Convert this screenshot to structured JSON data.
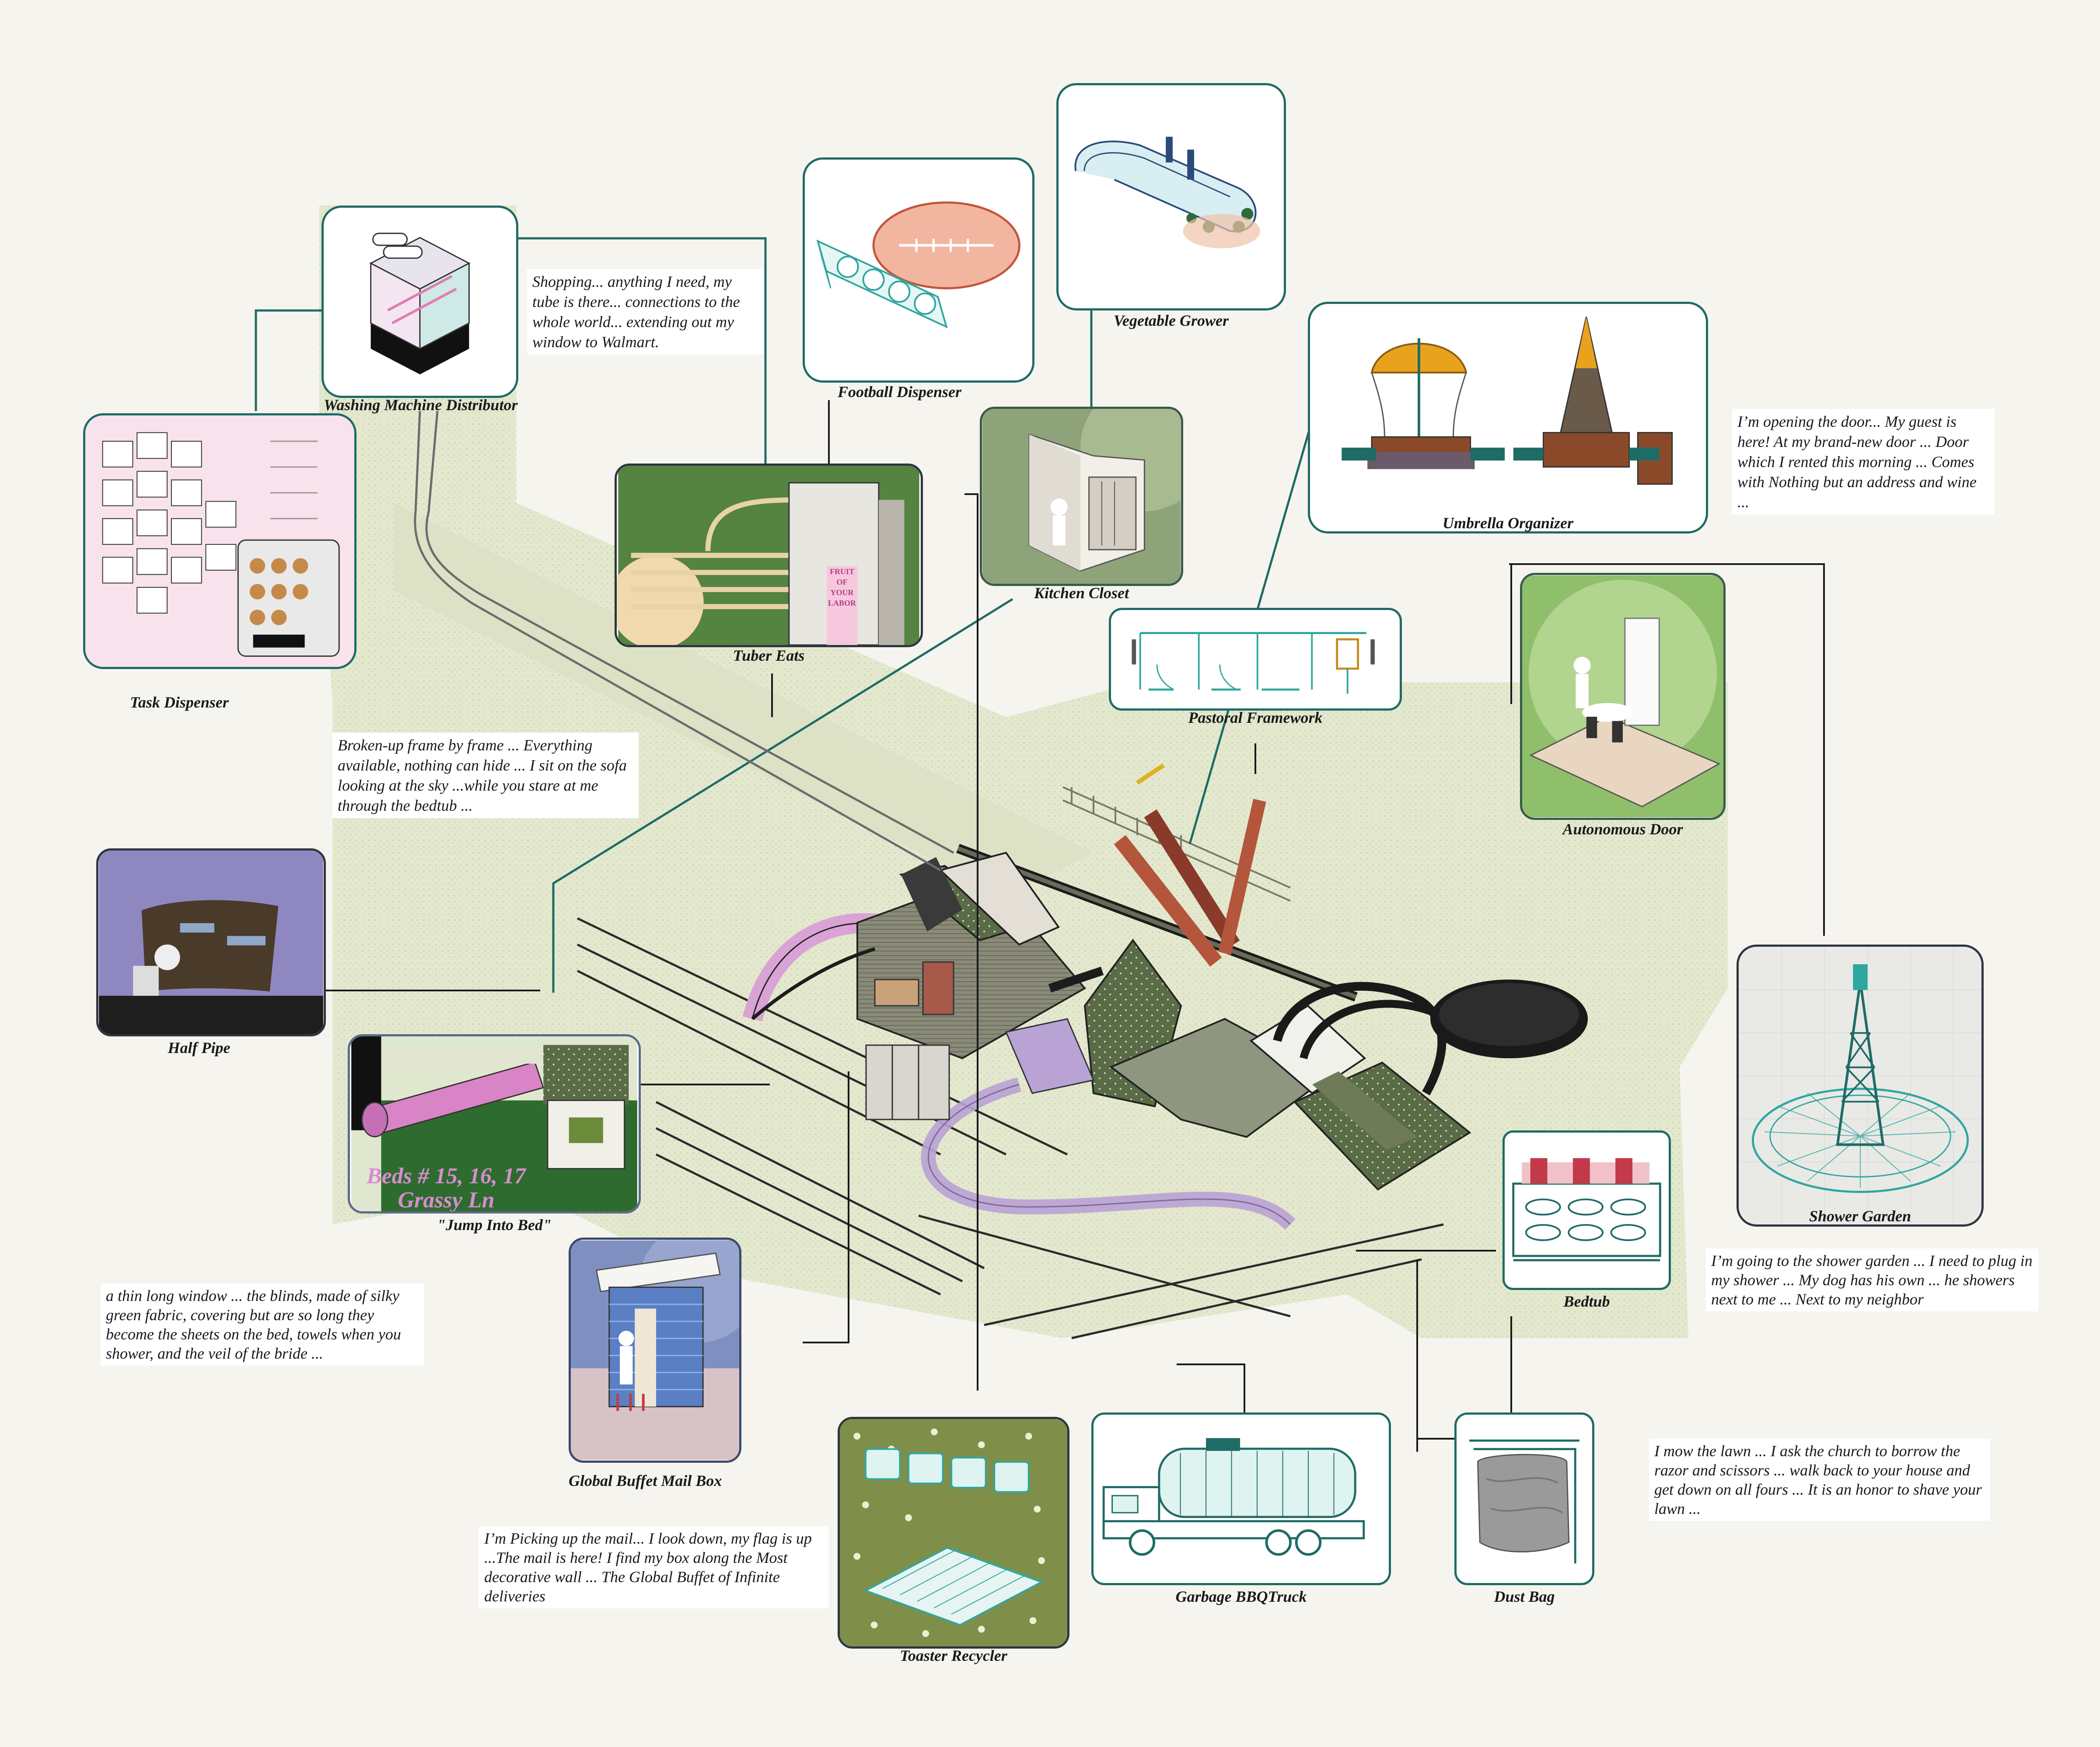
{
  "colors": {
    "frame": "#1f6b66",
    "teal": "#2fa7a0",
    "pink": "#e8a6d2",
    "bg": "#f6f4ef",
    "lawn": "#dfe5c8"
  },
  "captions": {
    "washing_machine_distributor": "Washing Machine Distributor",
    "football_dispenser": "Football Dispenser",
    "vegetable_grower": "Vegetable Grower",
    "task_dispenser": "Task Dispenser",
    "tuber_eats": "Tuber Eats",
    "kitchen_closet": "Kitchen Closet",
    "umbrella_organizer": "Umbrella Organizer",
    "pastoral_framework": "Pastoral Framework",
    "autonomous_door": "Autonomous Door",
    "half_pipe": "Half Pipe",
    "jump_into_bed": "\"Jump Into Bed\"",
    "shower_garden": "Shower Garden",
    "bedtub": "Bedtub",
    "global_buffet_mail_box": "Global Buffet Mail Box",
    "toaster_recycler": "Toaster Recycler",
    "garbage_bbq_truck": "Garbage BBQTruck",
    "dust_bag": "Dust Bag"
  },
  "overlays": {
    "beds_line1": "Beds # 15, 16, 17",
    "beds_line2": "Grassy Ln",
    "tuber_tag": "FRUIT OF YOUR LABOR"
  },
  "notes": {
    "shopping": "Shopping... anything I need, my tube is there... connections to the whole world... extending out my window to Walmart.",
    "door": "I’m opening the door... My guest is here! At my brand-new door ... Door which I rented this morning ... Comes with Nothing but an address and wine ...",
    "broken_frame": "Broken-up frame by frame ... Everything available, nothing can hide ... I sit on the sofa looking at the sky ...while you stare at me through the bedtub ...",
    "shower": "I’m going to the shower garden ... I need to plug in my shower ... My dog has his own ... he showers next to me ... Next to my neighbor",
    "window": "a thin long window ... the blinds, made of silky green fabric, covering but are so long they become the sheets on the bed, towels when you shower, and the veil of the bride ...",
    "lawn": "I mow the lawn ... I ask the church to borrow the razor and scissors ... walk back to your house and get down on all fours ... It is an honor to shave your lawn ...",
    "mail": "I’m Picking up the mail... I look down, my flag is up ...The mail is here! I find my box along the Most decorative wall ... The Global Buffet of Infinite deliveries"
  }
}
